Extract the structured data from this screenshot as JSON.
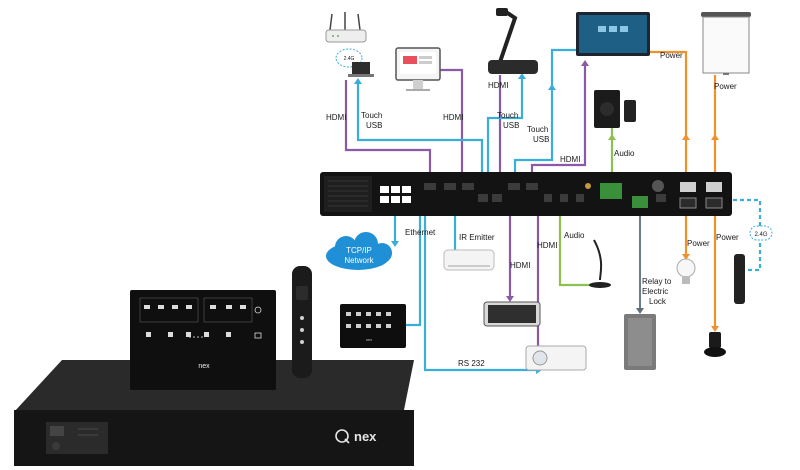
{
  "labels": {
    "hdmi_router": "HDMI",
    "touch_usb_laptop": "Touch\nUSB",
    "hdmi_monitor": "HDMI",
    "hdmi_doc_camera": "HDMI",
    "touch_usb_doc_camera": "Touch\nUSB",
    "touch_usb_display": "Touch\nUSB",
    "hdmi_display": "HDMI",
    "power_display": "Power",
    "power_projector_screen": "Power",
    "audio_speaker": "Audio",
    "ethernet": "Ethernet",
    "network_cloud": "TCP/IP\nNetwork",
    "ir_emitter": "IR Emitter",
    "hdmi_lower": "HDMI",
    "hdmi_projector": "HDMI",
    "audio_mic": "Audio",
    "relay_lock": "Relay to\nElectric\nLock",
    "power_bulb": "Power",
    "power_plug": "Power",
    "rs232": "RS 232",
    "wifi_badge": "2.4G",
    "wireless_badge": "2.4G"
  },
  "products": {
    "brand": "nex",
    "brand_q": "Q",
    "panel_brand": "nex",
    "large_panel_brand": "nex"
  },
  "colors": {
    "hdmi": "#8a5aa8",
    "usb": "#3aaed8",
    "power": "#f0922b",
    "audio": "#8cc152",
    "network": "#3aaed8"
  }
}
